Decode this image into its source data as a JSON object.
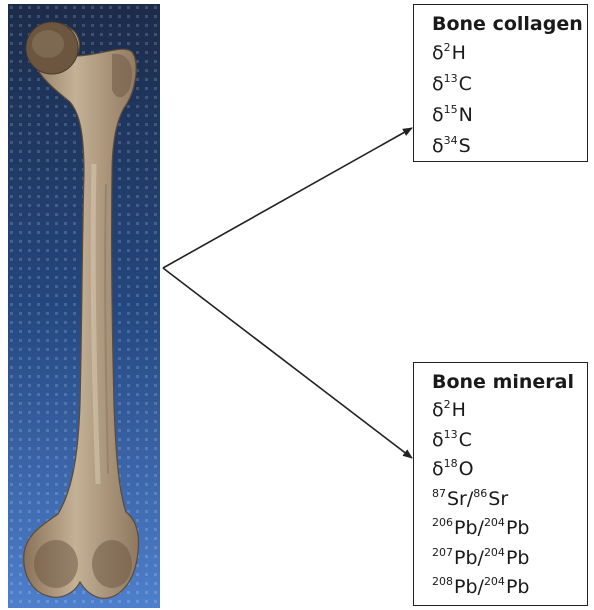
{
  "collagen": {
    "title": "Bone collagen",
    "items": [
      {
        "prefix": "δ",
        "iso": "2",
        "elem": "H"
      },
      {
        "prefix": "δ",
        "iso": "13",
        "elem": "C"
      },
      {
        "prefix": "δ",
        "iso": "15",
        "elem": "N"
      },
      {
        "prefix": "δ",
        "iso": "34",
        "elem": "S"
      }
    ]
  },
  "mineral": {
    "title": "Bone mineral",
    "items": [
      {
        "prefix": "δ",
        "iso": "2",
        "elem": "H"
      },
      {
        "prefix": "δ",
        "iso": "13",
        "elem": "C"
      },
      {
        "prefix": "δ",
        "iso": "18",
        "elem": "O"
      },
      {
        "iso": "87",
        "elem": "Sr",
        "iso2": "86",
        "elem2": "Sr"
      },
      {
        "iso": "206",
        "elem": "Pb",
        "iso2": "204",
        "elem2": "Pb"
      },
      {
        "iso": "207",
        "elem": "Pb",
        "iso2": "204",
        "elem2": "Pb"
      },
      {
        "iso": "208",
        "elem": "Pb",
        "iso2": "204",
        "elem2": "Pb"
      }
    ]
  },
  "colors": {
    "panel_top": "#1e2f4f",
    "panel_bottom": "#4a78c2",
    "bone": "#b9a48a",
    "bone_dark": "#6e5a45",
    "arrow": "#222222"
  },
  "icons": {
    "photo": "femur-bone-photo-icon"
  }
}
